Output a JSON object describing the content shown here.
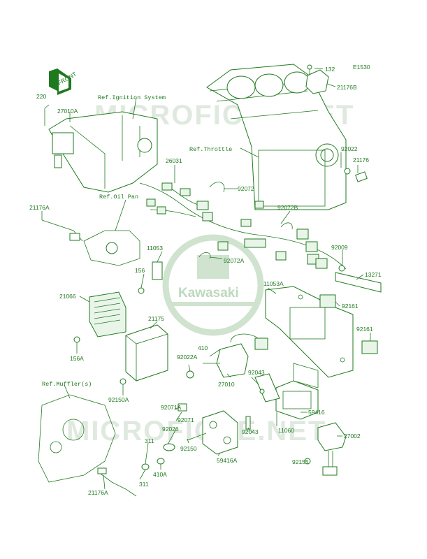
{
  "diagram_code": "E1530",
  "front_arrow": "FRONT",
  "watermark": "MICROFICHE.NET",
  "logo_text": "Kawasaki",
  "colors": {
    "line": "#1f7a1f",
    "watermark": "#dfe9df",
    "background": "#ffffff"
  },
  "refs": {
    "ignition": "Ref.Ignition System",
    "throttle": "Ref.Throttle",
    "oil_pan": "Ref.Oil Pan",
    "muffler": "Ref.Muffler(s)"
  },
  "parts": {
    "p132": "132",
    "p21176B": "21176B",
    "p220": "220",
    "p27010A": "27010A",
    "p26031": "26031",
    "p92072": "92072",
    "p92072B": "92072B",
    "p92022": "92022",
    "p21176": "21176",
    "p21176A_top": "21176A",
    "p11053": "11053",
    "p92072A": "92072A",
    "p92009": "92009",
    "p156": "156",
    "p13271": "13271",
    "p21066": "21066",
    "p11053A": "11053A",
    "p92161_a": "92161",
    "p21175": "21175",
    "p92161_b": "92161",
    "p156A": "156A",
    "p410": "410",
    "p92022A": "92022A",
    "p92150A": "92150A",
    "p27010": "27010",
    "p92043_a": "92043",
    "p92071A": "92071A",
    "p92071": "92071",
    "p92026": "92026",
    "p59416": "59416",
    "p92043_b": "92043",
    "p11060": "11060",
    "p27002": "27002",
    "p311_a": "311",
    "p92150": "92150",
    "p59416A": "59416A",
    "p410A": "410A",
    "p92151": "92151",
    "p311_b": "311",
    "p21176A_bottom": "21176A"
  }
}
